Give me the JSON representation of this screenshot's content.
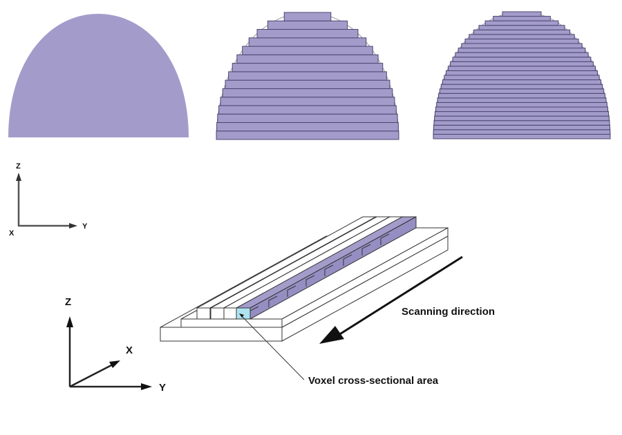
{
  "colors": {
    "fill": "#a39ccb",
    "stripe_dark": "#4b4670",
    "voxel_highlight": "#aee4f0",
    "outline": "#222222",
    "background": "#ffffff"
  },
  "shapes": {
    "solid": {
      "label": "solid-dome"
    },
    "coarse": {
      "label": "coarse-layered-dome",
      "layers": 15
    },
    "fine": {
      "label": "fine-layered-dome",
      "layers": 28
    }
  },
  "axes_2d": {
    "z": "Z",
    "x": "X",
    "y": "Y"
  },
  "axes_3d": {
    "z": "Z",
    "x": "X",
    "y": "Y"
  },
  "annotations": {
    "scanning_direction": "Scanning direction",
    "voxel_area": "Voxel cross-sectional area"
  }
}
